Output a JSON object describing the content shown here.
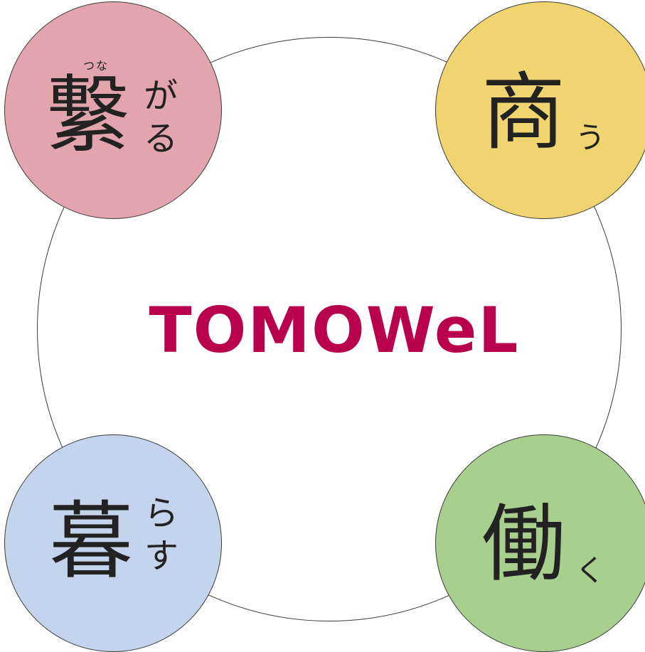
{
  "logo": {
    "text": "TOMOWeL",
    "color": "#b8004c"
  },
  "circles": {
    "top_left": {
      "color": "#e2a5ad",
      "ruby": "つな",
      "kanji": "繋",
      "kana": [
        "が",
        "る"
      ]
    },
    "top_right": {
      "color": "#efd470",
      "kanji": "商",
      "kana": [
        "う"
      ]
    },
    "bottom_left": {
      "color": "#c4d4ec",
      "kanji": "暮",
      "kana": [
        "ら",
        "す"
      ]
    },
    "bottom_right": {
      "color": "#a9cf8f",
      "kanji": "働",
      "kana": [
        "く"
      ]
    }
  }
}
